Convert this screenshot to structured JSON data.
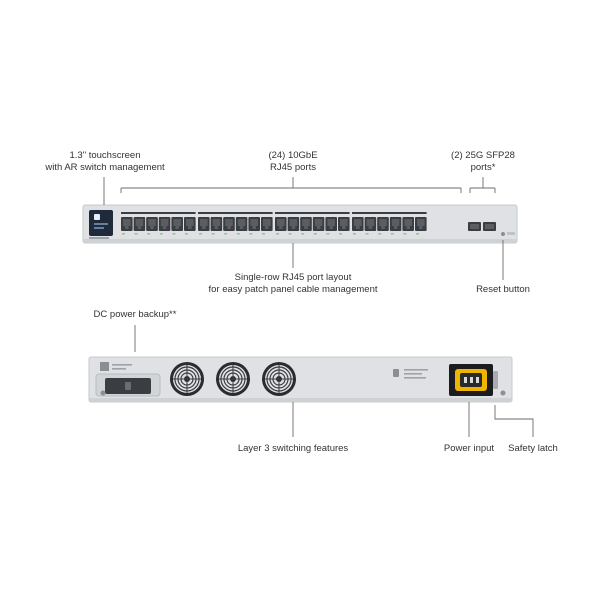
{
  "callouts": {
    "touchscreen": [
      "1.3\" touchscreen",
      "with AR switch management"
    ],
    "rj45_ports": [
      "(24) 10GbE",
      "RJ45 ports"
    ],
    "sfp_ports": [
      "(2) 25G SFP28",
      "ports*"
    ],
    "port_layout": [
      "Single-row RJ45 port layout",
      "for easy patch panel cable management"
    ],
    "reset": "Reset button",
    "dc_power": "DC power backup**",
    "layer3": "Layer 3 switching features",
    "power_input": "Power input",
    "safety_latch": "Safety latch"
  },
  "front_panel": {
    "rj45_port_count": 24,
    "sfp_port_count": 2,
    "port_groups": 4
  },
  "rear_panel": {
    "fan_count": 3
  },
  "colors": {
    "chassis": "#dfe1e4",
    "chassis_edge": "#c7cacd",
    "line": "#6b6b6b",
    "screen": "#1f2a3a",
    "port": "#3a3d42",
    "fan": "#2a2c30"
  }
}
